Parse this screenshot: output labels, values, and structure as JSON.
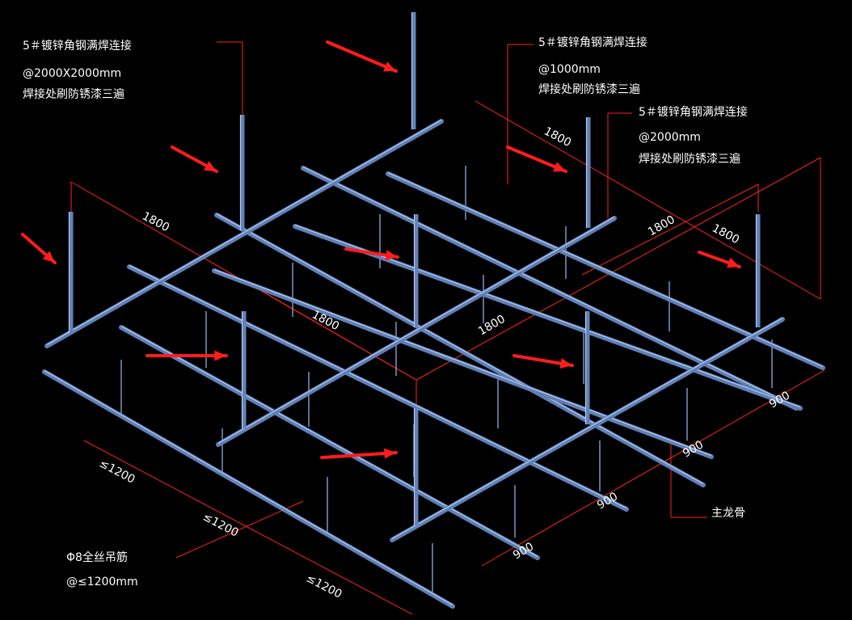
{
  "annotations": {
    "top_left": {
      "line1": "5＃镀锌角钢满焊连接",
      "line2": "@2000X2000mm",
      "line3": "焊接处刷防锈漆三遍"
    },
    "top_middle": {
      "line1": "5＃镀锌角钢满焊连接",
      "line2": "@1000mm",
      "line3": "焊接处刷防锈漆三遍"
    },
    "top_right": {
      "line1": "5＃镀锌角钢满焊连接",
      "line2": "@2000mm",
      "line3": "焊接处刷防锈漆三遍"
    },
    "bottom_left": {
      "line1": "Φ8全丝吊筋",
      "line2": "@≤1200mm"
    },
    "main_keel": "主龙骨"
  },
  "dimensions": {
    "d1800_top": "1800",
    "d1800_left": "1800",
    "d1800_right_a": "1800",
    "d1800_right_b": "1800",
    "d1800_center_a": "1800",
    "d1800_center_b": "1800",
    "d1200_a": "≤1200",
    "d1200_b": "≤1200",
    "d1200_c": "≤1200",
    "d900_a": "900",
    "d900_b": "900",
    "d900_c": "900",
    "d900_d": "900"
  },
  "colors": {
    "background": "#000000",
    "steel": "#5f7fb4",
    "dimension": "#ff2020",
    "text": "#ffffff"
  }
}
